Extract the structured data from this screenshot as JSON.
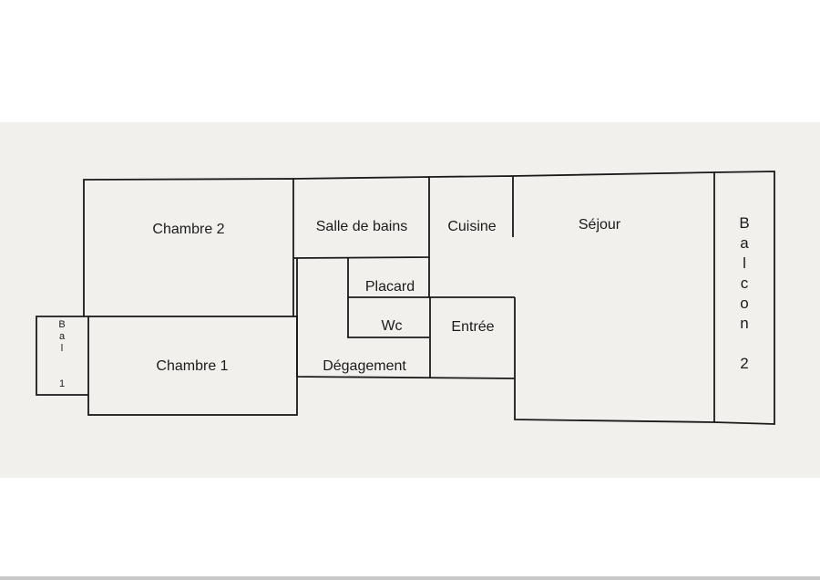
{
  "floorplan": {
    "rooms": {
      "chambre2": "Chambre 2",
      "chambre1": "Chambre 1",
      "salle_de_bains": "Salle de bains",
      "cuisine": "Cuisine",
      "sejour": "Séjour",
      "placard": "Placard",
      "wc": "Wc",
      "entree": "Entrée",
      "degagement": "Dégagement"
    },
    "balcon2_letters": [
      "B",
      "a",
      "l",
      "c",
      "o",
      "n",
      "",
      "2"
    ],
    "balcon1_letters": [
      "B",
      "a",
      "l",
      "",
      "1"
    ],
    "line_color": "#1a1a1a",
    "paper_color": "#f1f0ec"
  }
}
